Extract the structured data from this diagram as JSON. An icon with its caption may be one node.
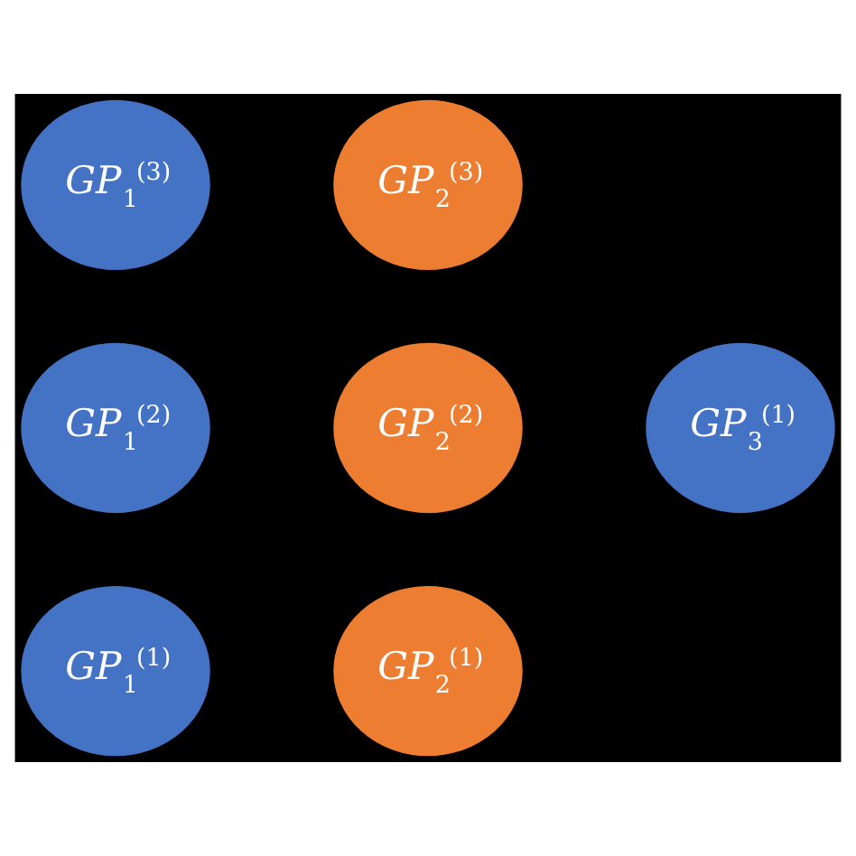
{
  "diagram": {
    "nodes": [
      {
        "text": [
          "GP$_{1}$$^{(1)}$"
        ]
      },
      {
        "text": [
          "GP$_{1}$$^{(2)}$"
        ]
      },
      {
        "text": [
          "GP$_{1}$$^{(3)}$"
        ]
      },
      {
        "text": [
          "GP$_{2}$$^{(1)}$"
        ]
      },
      {
        "text": [
          "GP$_{2}$$^{(2)}$"
        ]
      },
      {
        "text": [
          "GP$_{2}$$^{(3)}$"
        ]
      },
      {
        "text": [
          "GP$_{3}$$^{(1)}$"
        ]
      }
    ]
  }
}
